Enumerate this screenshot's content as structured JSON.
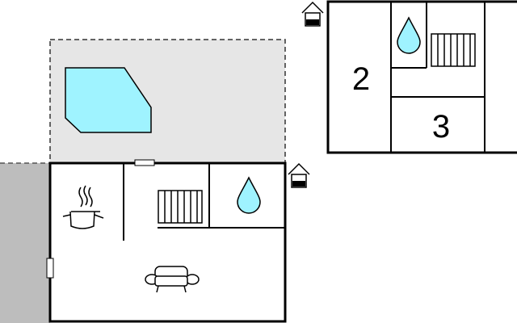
{
  "floor_plan": {
    "rooms": [
      {
        "id": "bedroom-2",
        "number": "2"
      },
      {
        "id": "bedroom-3",
        "number": "3"
      }
    ],
    "icons": [
      "pool-icon",
      "cooking-pot-icon",
      "radiator-icon",
      "water-drop-icon",
      "sofa-icon",
      "door-icon",
      "house-entrance-icon"
    ],
    "colors": {
      "walls": "#000000",
      "terrace": "#e6e6e6",
      "adjacent_area": "#bdbdbd",
      "pool_water": "#9ff3ff",
      "interior": "#ffffff"
    }
  }
}
